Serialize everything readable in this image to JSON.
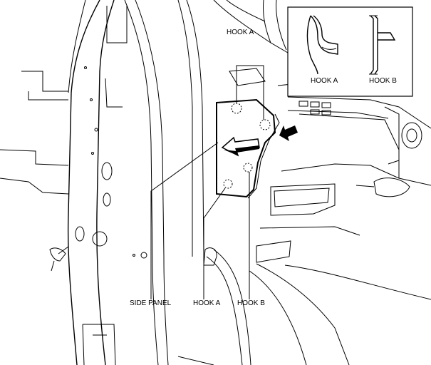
{
  "labels": {
    "hook_a_top": "HOOK A",
    "hook_a_bottom": "HOOK A",
    "hook_b_bottom": "HOOK B",
    "side_panel": "SIDE PANEL",
    "inset_hook_a": "HOOK A",
    "inset_hook_b": "HOOK B"
  }
}
